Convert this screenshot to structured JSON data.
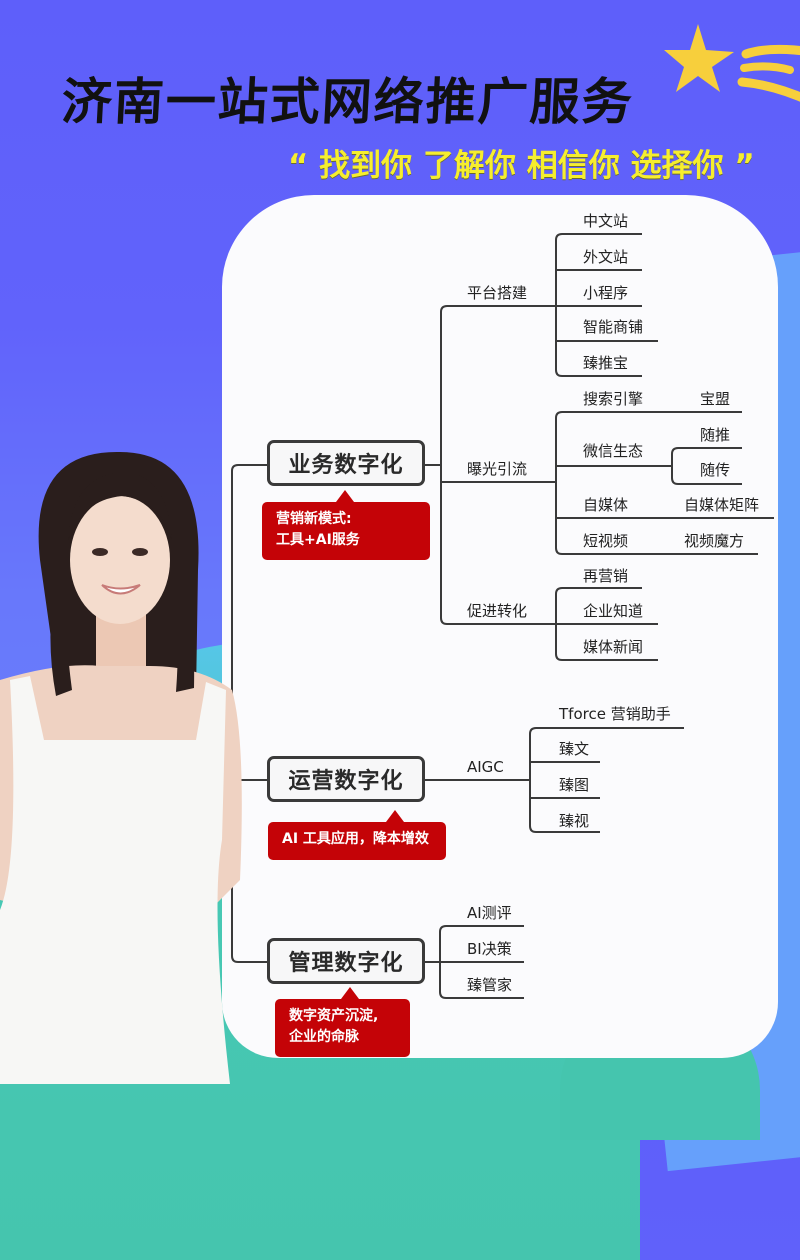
{
  "header": {
    "title": "济南一站式网络推广服务",
    "slogan": "“ 找到你  了解你 相信你 选择你 ”"
  },
  "colors": {
    "background_top": "#5e5ffa",
    "background_right": "#66a0fb",
    "background_teal": "#45c5ae",
    "title_text": "#111111",
    "slogan_text": "#f6ee2e",
    "star": "#f7cf3c",
    "card": "#fbfbfd",
    "callout": "#c40307",
    "line": "#3a3a3a"
  },
  "decorations": {
    "star_icon": "shooting-star",
    "person_image": "smiling woman in white dress"
  },
  "mindmap": {
    "branches": [
      {
        "label": "业务数字化",
        "callout": [
          "营销新模式:",
          "工具+AI服务"
        ],
        "children": [
          {
            "label": "平台搭建",
            "children": [
              {
                "label": "中文站"
              },
              {
                "label": "外文站"
              },
              {
                "label": "小程序"
              },
              {
                "label": "智能商铺"
              },
              {
                "label": "臻推宝"
              }
            ]
          },
          {
            "label": "曝光引流",
            "children": [
              {
                "label": "搜索引擎",
                "children": [
                  {
                    "label": "宝盟"
                  }
                ]
              },
              {
                "label": "微信生态",
                "children": [
                  {
                    "label": "随推"
                  },
                  {
                    "label": "随传"
                  }
                ]
              },
              {
                "label": "自媒体",
                "children": [
                  {
                    "label": "自媒体矩阵"
                  }
                ]
              },
              {
                "label": "短视频",
                "children": [
                  {
                    "label": "视频魔方"
                  }
                ]
              }
            ]
          },
          {
            "label": "促进转化",
            "children": [
              {
                "label": "再营销"
              },
              {
                "label": "企业知道"
              },
              {
                "label": "媒体新闻"
              }
            ]
          }
        ]
      },
      {
        "label": "运营数字化",
        "callout": [
          "AI 工具应用，降本增效"
        ],
        "children": [
          {
            "label": "AIGC",
            "children": [
              {
                "label": "Tforce 营销助手"
              },
              {
                "label": "臻文"
              },
              {
                "label": "臻图"
              },
              {
                "label": "臻视"
              }
            ]
          }
        ]
      },
      {
        "label": "管理数字化",
        "callout": [
          "数字资产沉淀,",
          "企业的命脉"
        ],
        "children": [
          {
            "label": "AI测评"
          },
          {
            "label": "BI决策"
          },
          {
            "label": "臻管家"
          }
        ]
      }
    ]
  }
}
